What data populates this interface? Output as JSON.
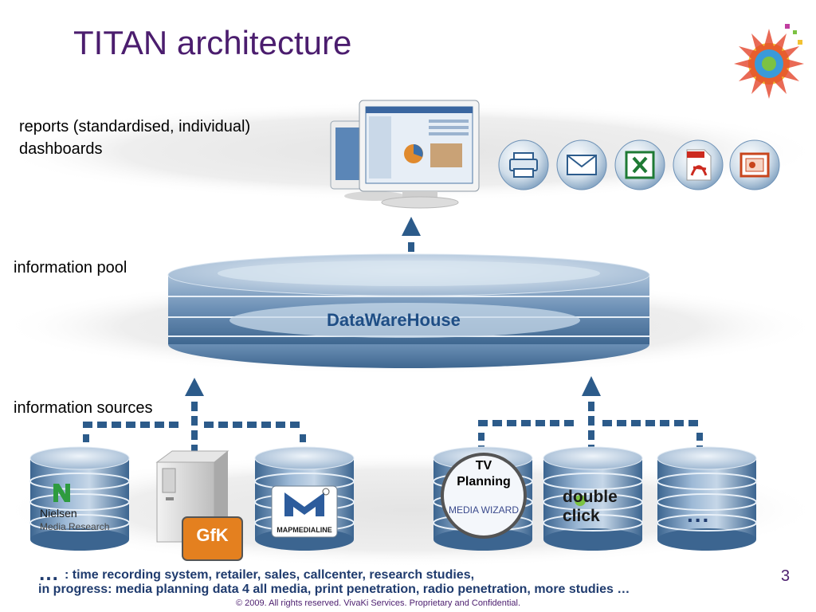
{
  "slide": {
    "title": "TITAN architecture",
    "page_number": "3"
  },
  "layers": {
    "reports_line1": "reports (standardised, individual)",
    "reports_line2": "dashboards",
    "pool": "information pool",
    "sources": "information sources"
  },
  "warehouse": {
    "label": "DataWareHouse"
  },
  "output_icons": [
    "printer-icon",
    "envelope-icon",
    "excel-icon",
    "pdf-icon",
    "powerpoint-icon"
  ],
  "sources": {
    "nielsen_line1": "Nielsen",
    "nielsen_line2": "Media Research",
    "gfk": "GfK",
    "mapmedialine": "MAPMEDIALINE",
    "tv_planning_line1": "TV",
    "tv_planning_line2": "Planning",
    "media_wizard": "MEDIA WIZARD",
    "doubleclick_line1": "double",
    "doubleclick_line2": "click",
    "more": "..."
  },
  "footer": {
    "dots": "…",
    "line1": ": time recording system, retailer, sales, callcenter, research studies,",
    "line2": "in progress: media planning data 4 all media, print penetration, radio penetration, more studies …",
    "copyright": "© 2009.  All rights reserved. VivaKi Services. Proprietary and Confidential."
  },
  "colors": {
    "title": "#4b1d6e",
    "connector": "#2c5b8a",
    "warehouse_label": "#1f4e85",
    "footer_text": "#1f3b6e"
  }
}
